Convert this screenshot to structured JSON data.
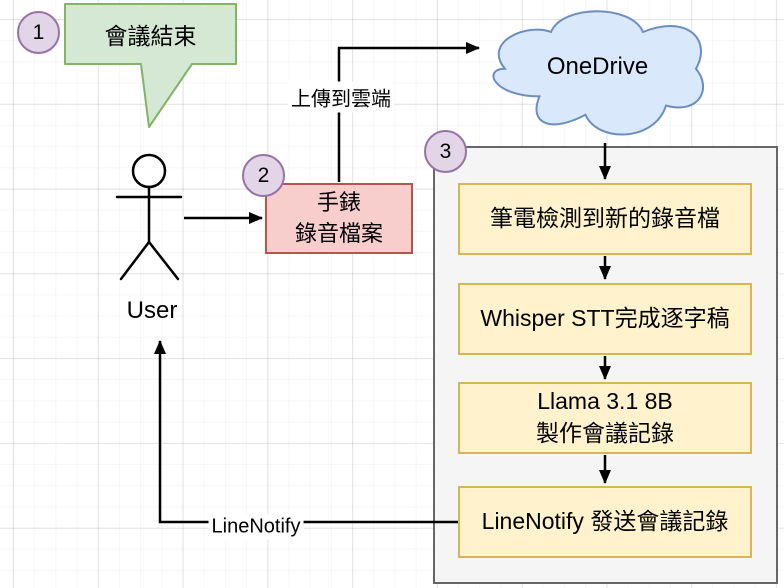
{
  "badges": {
    "one": "1",
    "two": "2",
    "three": "3"
  },
  "callout": {
    "text": "會議結束"
  },
  "user": {
    "label": "User"
  },
  "watch_box": {
    "lines": [
      "手錶",
      "錄音檔案"
    ]
  },
  "upload_edge": {
    "label": "上傳到雲端"
  },
  "cloud": {
    "label": "OneDrive"
  },
  "pipeline": {
    "steps": [
      {
        "lines": [
          "筆電檢測到新的錄音檔"
        ]
      },
      {
        "lines": [
          "Whisper STT完成逐字稿"
        ]
      },
      {
        "lines": [
          "Llama 3.1 8B",
          "製作會議記錄"
        ]
      },
      {
        "lines": [
          "LineNotify 發送會議記錄"
        ]
      }
    ]
  },
  "notify_edge": {
    "label": "LineNotify"
  },
  "colors": {
    "callout_fill": "#d5e8d4",
    "callout_stroke": "#82b366",
    "badge_fill": "#e1d5e7",
    "badge_stroke": "#9673a6",
    "watch_fill": "#f8cecc",
    "watch_stroke": "#b85450",
    "cloud_fill": "#dae8fc",
    "cloud_stroke": "#6c8ebf",
    "step_fill": "#fff2cc",
    "step_stroke": "#d6b656",
    "container_fill": "#f5f5f5",
    "container_stroke": "#666666",
    "line": "#000000"
  }
}
